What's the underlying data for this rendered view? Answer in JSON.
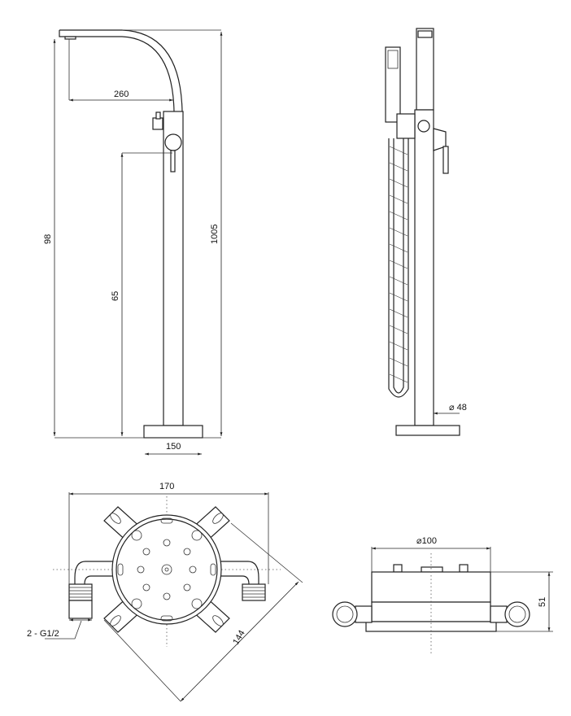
{
  "front_view": {
    "spout_reach": "260",
    "spout_height": "98",
    "handle_height": "65",
    "total_height": "1005",
    "base_width": "150"
  },
  "side_view": {
    "column_diameter": "⌀ 48"
  },
  "plan_view": {
    "overall_width": "170",
    "bracket_diagonal": "144",
    "connections": "2 - G1/2"
  },
  "box_side_view": {
    "body_diameter": "⌀100",
    "body_height": "51"
  }
}
